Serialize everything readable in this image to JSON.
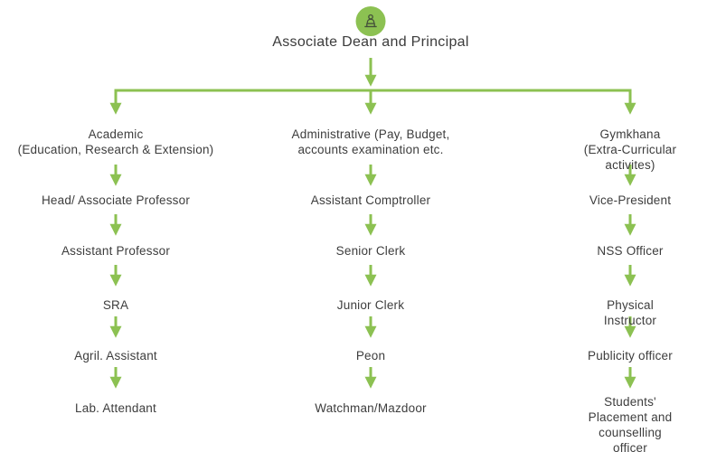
{
  "colors": {
    "accent_green": "#8CC152",
    "text": "#3D3D3D"
  },
  "root": {
    "icon": "dean-at-podium-icon",
    "title": "Associate Dean and Principal"
  },
  "columns": [
    {
      "id": "academic",
      "nodes": [
        {
          "label": "Academic\n(Education, Research & Extension)"
        },
        {
          "label": "Head/ Associate Professor"
        },
        {
          "label": "Assistant Professor"
        },
        {
          "label": "SRA"
        },
        {
          "label": "Agril. Assistant"
        },
        {
          "label": "Lab. Attendant"
        }
      ]
    },
    {
      "id": "administrative",
      "nodes": [
        {
          "label": "Administrative (Pay, Budget,\naccounts examination etc."
        },
        {
          "label": "Assistant Comptroller"
        },
        {
          "label": "Senior Clerk"
        },
        {
          "label": "Junior Clerk"
        },
        {
          "label": "Peon"
        },
        {
          "label": "Watchman/Mazdoor"
        }
      ]
    },
    {
      "id": "gymkhana",
      "nodes": [
        {
          "label": "Gymkhana\n(Extra-Curricular activites)"
        },
        {
          "label": "Vice-President"
        },
        {
          "label": "NSS Officer"
        },
        {
          "label": "Physical Instructor"
        },
        {
          "label": "Publicity officer"
        },
        {
          "label": "Students' Placement and\ncounselling officer"
        }
      ]
    }
  ]
}
